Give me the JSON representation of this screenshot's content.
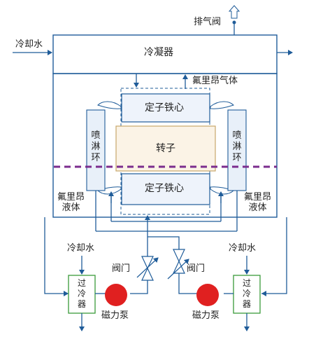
{
  "labels": {
    "exhaust_valve": "排气阀",
    "cooling_water_top": "冷却水",
    "condenser": "冷凝器",
    "freon_gas": "氟里昂气体",
    "stator_core_top": "定子铁心",
    "rotor": "转子",
    "stator_core_bottom": "定子铁心",
    "spray_ring_left": "喷淋环",
    "spray_ring_right": "喷淋环",
    "freon_liquid_left": "氟里昂\n液体",
    "freon_liquid_right": "氟里昂\n液体",
    "cooling_water_left": "冷却水",
    "cooling_water_right": "冷却水",
    "valve_left": "阀门",
    "valve_right": "阀门",
    "subcooler_left": "过冷器",
    "subcooler_right": "过冷器",
    "maglev_pump_left": "磁力泵",
    "maglev_pump_right": "磁力泵"
  },
  "colors": {
    "line": "#1f5c99",
    "stator_fill": "#eef3fb",
    "rotor_fill": "#fbf3e6",
    "rotor_stroke": "#c9a76a",
    "spray_fill": "#e8f0f9",
    "liquid_level": "#7b2d8e",
    "pump_fill": "#e02020",
    "subcooler_stroke": "#3a9a3a"
  }
}
